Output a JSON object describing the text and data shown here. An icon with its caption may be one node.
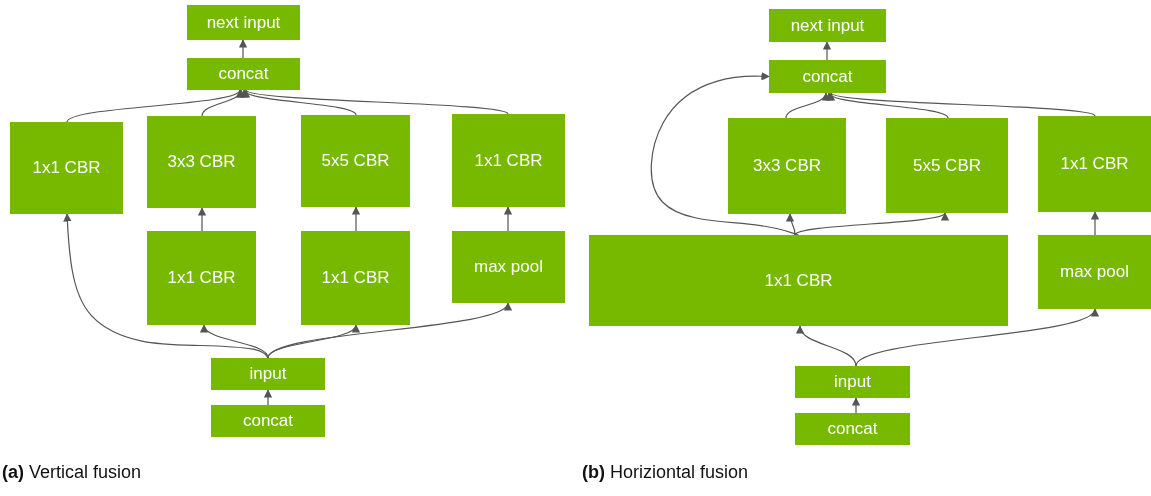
{
  "diagram": {
    "nodes": [
      {
        "text": [
          "next input"
        ]
      },
      {
        "text": [
          "concat"
        ]
      },
      {
        "text": [
          "1x1 CBR"
        ]
      },
      {
        "text": [
          "3x3 CBR"
        ]
      },
      {
        "text": [
          "5x5 CBR"
        ]
      },
      {
        "text": [
          "1x1 CBR"
        ]
      },
      {
        "text": [
          "1x1 CBR"
        ]
      },
      {
        "text": [
          "1x1 CBR"
        ]
      },
      {
        "text": [
          "max pool"
        ]
      },
      {
        "text": [
          "input"
        ]
      },
      {
        "text": [
          "concat"
        ]
      },
      {
        "text": [
          "next input"
        ]
      },
      {
        "text": [
          "concat"
        ]
      },
      {
        "text": [
          "3x3 CBR"
        ]
      },
      {
        "text": [
          "5x5 CBR"
        ]
      },
      {
        "text": [
          "1x1 CBR"
        ]
      },
      {
        "text": [
          "1x1 CBR"
        ]
      },
      {
        "text": [
          "max pool"
        ]
      },
      {
        "text": [
          "input"
        ]
      },
      {
        "text": [
          "concat"
        ]
      }
    ],
    "edges": [
      {
        "from": 1,
        "to": 0,
        "arrow": "to"
      },
      {
        "from": 2,
        "to": 1,
        "arrow": "to"
      },
      {
        "from": 3,
        "to": 1,
        "arrow": "to"
      },
      {
        "from": 4,
        "to": 1,
        "arrow": "to"
      },
      {
        "from": 5,
        "to": 1,
        "arrow": "to"
      },
      {
        "from": 6,
        "to": 3,
        "arrow": "to"
      },
      {
        "from": 7,
        "to": 4,
        "arrow": "to"
      },
      {
        "from": 8,
        "to": 5,
        "arrow": "to"
      },
      {
        "from": 9,
        "to": 2,
        "arrow": "to"
      },
      {
        "from": 9,
        "to": 6,
        "arrow": "to"
      },
      {
        "from": 9,
        "to": 7,
        "arrow": "to"
      },
      {
        "from": 9,
        "to": 8,
        "arrow": "to"
      },
      {
        "from": 10,
        "to": 9,
        "arrow": "to"
      },
      {
        "from": 12,
        "to": 11,
        "arrow": "to"
      },
      {
        "from": 13,
        "to": 12,
        "arrow": "to"
      },
      {
        "from": 14,
        "to": 12,
        "arrow": "to"
      },
      {
        "from": 15,
        "to": 12,
        "arrow": "to"
      },
      {
        "from": 16,
        "to": 12,
        "arrow": "to"
      },
      {
        "from": 16,
        "to": 13,
        "arrow": "to"
      },
      {
        "from": 16,
        "to": 14,
        "arrow": "to"
      },
      {
        "from": 17,
        "to": 15,
        "arrow": "to"
      },
      {
        "from": 18,
        "to": 16,
        "arrow": "to"
      },
      {
        "from": 18,
        "to": 17,
        "arrow": "to"
      },
      {
        "from": 19,
        "to": 18,
        "arrow": "to"
      }
    ],
    "labels": [
      "**(a)** Vertical fusion",
      "**(b)** Horiziontal fusion"
    ]
  }
}
